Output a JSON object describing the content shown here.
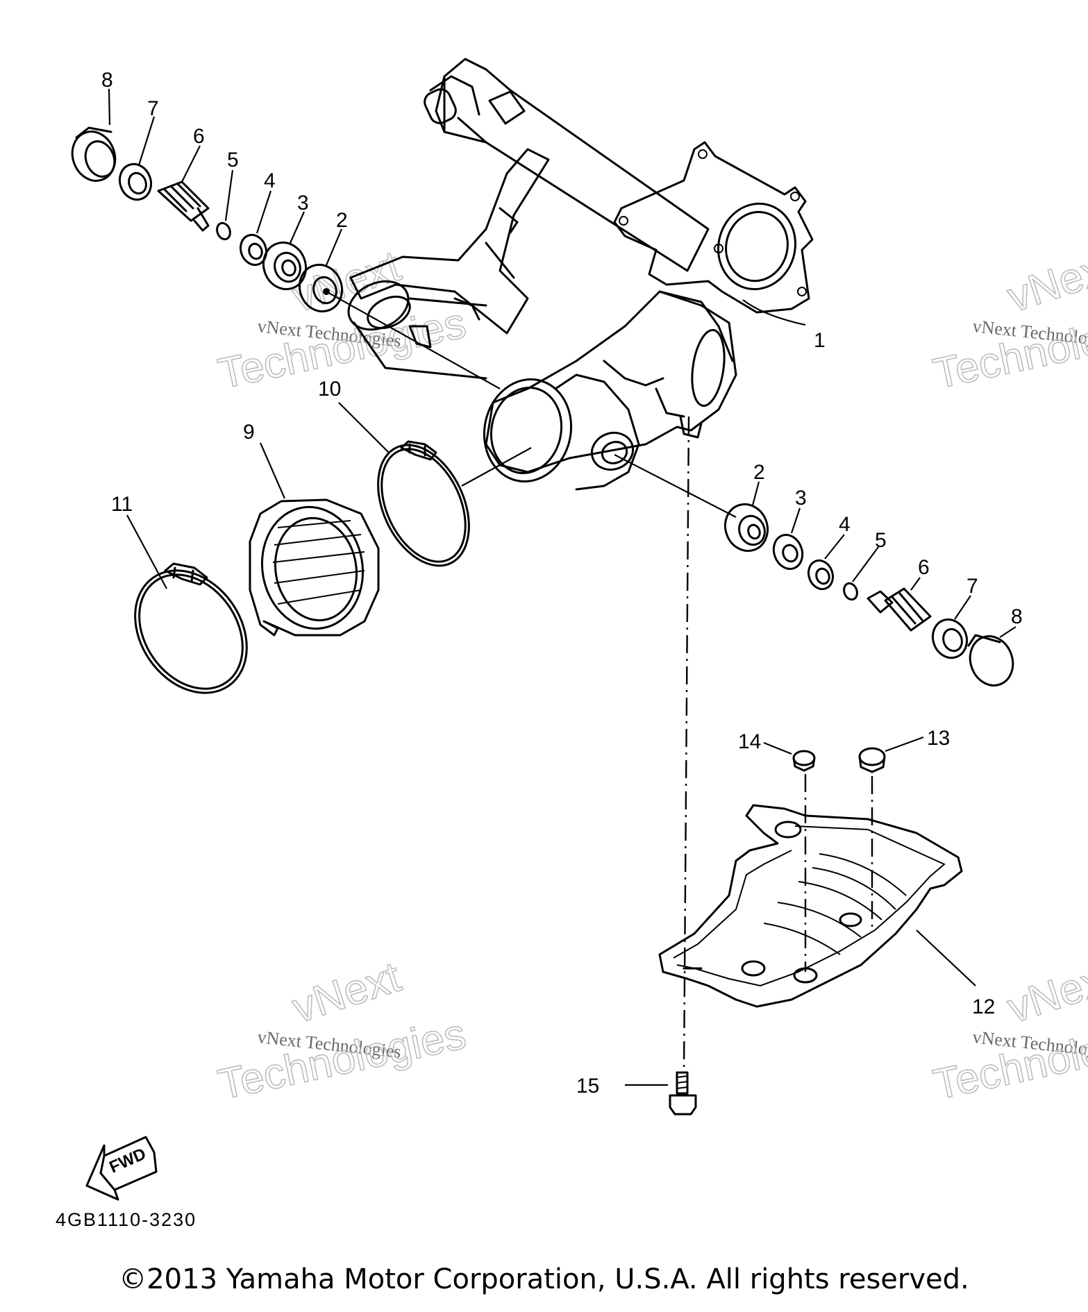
{
  "diagram": {
    "code": "4GB1110-3230",
    "direction_label": "FWD",
    "parts": {
      "p1": "1",
      "p2a": "2",
      "p3a": "3",
      "p4a": "4",
      "p5a": "5",
      "p6a": "6",
      "p7a": "7",
      "p8a": "8",
      "p2b": "2",
      "p3b": "3",
      "p4b": "4",
      "p5b": "5",
      "p6b": "6",
      "p7b": "7",
      "p8b": "8",
      "p9": "9",
      "p10": "10",
      "p11": "11",
      "p12": "12",
      "p13": "13",
      "p14": "14",
      "p15": "15"
    }
  },
  "watermark": {
    "brand_small": "vNext Technologies",
    "brand_word1": "vNext",
    "brand_word2": "Technologies"
  },
  "footer": {
    "copyright": "©2013 Yamaha Motor Corporation, U.S.A. All rights reserved."
  }
}
